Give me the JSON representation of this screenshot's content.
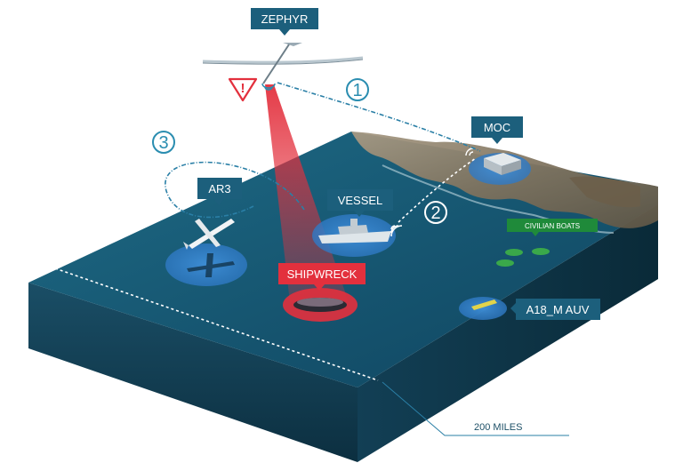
{
  "labels": {
    "zephyr": "ZEPHYR",
    "moc": "MOC",
    "ar3": "AR3",
    "vessel": "VESSEL",
    "civilian_boats": "CIVILIAN BOATS",
    "shipwreck": "SHIPWRECK",
    "auv": "A18_M AUV",
    "distance": "200 MILES"
  },
  "steps": {
    "one": "1",
    "two": "2",
    "three": "3"
  },
  "alert": {
    "symbol": "!"
  },
  "colors": {
    "label_bg": "#1c5f7c",
    "shipwreck_bg": "#e3303d",
    "civilian_bg": "#1f8a3a",
    "step_color": "#2a8db0",
    "alert_red": "#e3303d",
    "sea": "#14506a"
  }
}
